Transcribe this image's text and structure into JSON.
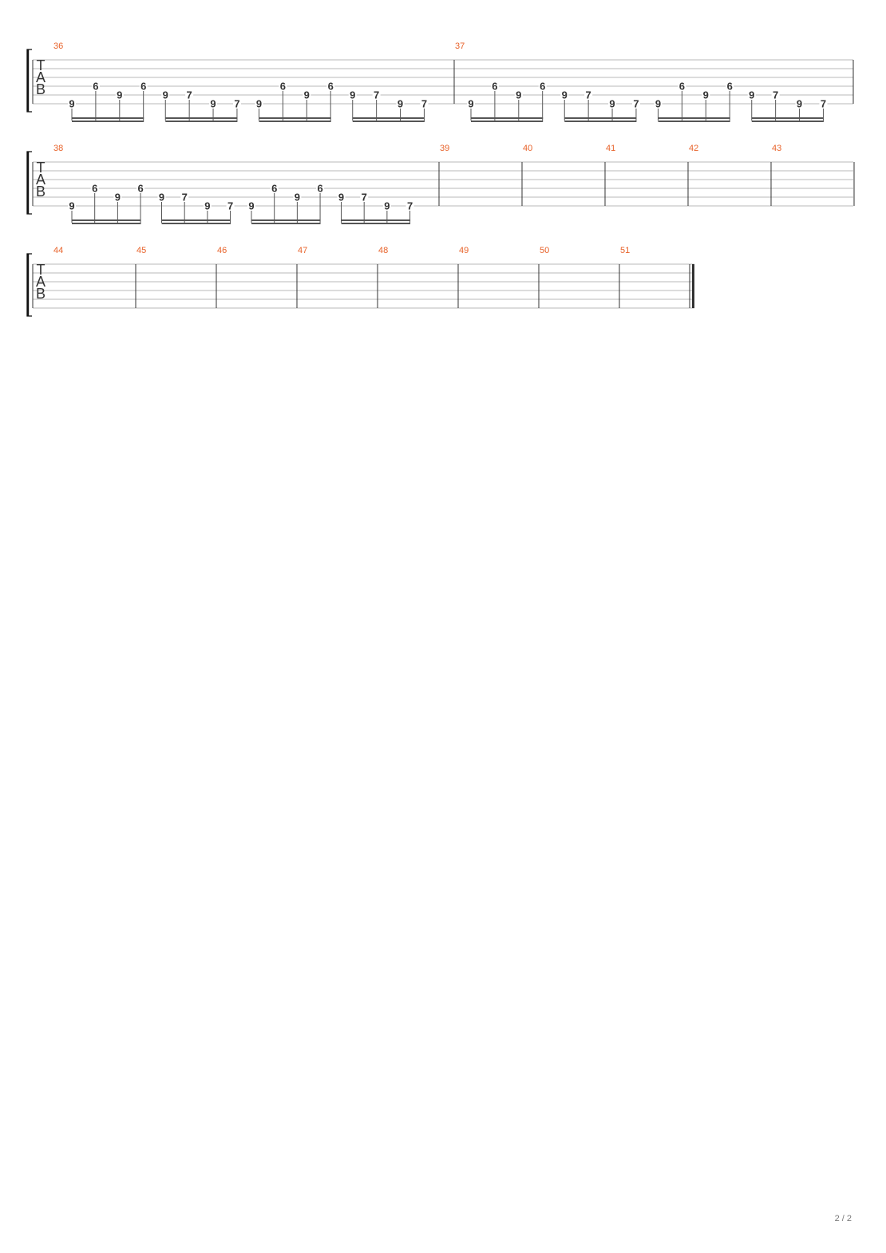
{
  "tab_clef": [
    "T",
    "A",
    "B"
  ],
  "page_number": "2 / 2",
  "pattern": {
    "notes": [
      {
        "string": 5,
        "fret": "9"
      },
      {
        "string": 3,
        "fret": "6"
      },
      {
        "string": 4,
        "fret": "9"
      },
      {
        "string": 3,
        "fret": "6"
      },
      {
        "string": 4,
        "fret": "9"
      },
      {
        "string": 4,
        "fret": "7"
      },
      {
        "string": 5,
        "fret": "9"
      },
      {
        "string": 5,
        "fret": "7"
      },
      {
        "string": 5,
        "fret": "9"
      },
      {
        "string": 3,
        "fret": "6"
      },
      {
        "string": 4,
        "fret": "9"
      },
      {
        "string": 3,
        "fret": "6"
      },
      {
        "string": 4,
        "fret": "9"
      },
      {
        "string": 4,
        "fret": "7"
      },
      {
        "string": 5,
        "fret": "9"
      },
      {
        "string": 5,
        "fret": "7"
      }
    ],
    "beam_groups": 4,
    "notes_per_group": 4
  },
  "systems": [
    {
      "measures": [
        {
          "number": "36",
          "filled": true
        },
        {
          "number": "37",
          "filled": true
        }
      ]
    },
    {
      "measures": [
        {
          "number": "38",
          "filled": true
        },
        {
          "number": "39",
          "filled": false
        },
        {
          "number": "40",
          "filled": false
        },
        {
          "number": "41",
          "filled": false
        },
        {
          "number": "42",
          "filled": false
        },
        {
          "number": "43",
          "filled": false
        }
      ]
    },
    {
      "measures": [
        {
          "number": "44",
          "filled": false
        },
        {
          "number": "45",
          "filled": false
        },
        {
          "number": "46",
          "filled": false
        },
        {
          "number": "47",
          "filled": false
        },
        {
          "number": "48",
          "filled": false
        },
        {
          "number": "49",
          "filled": false
        },
        {
          "number": "50",
          "filled": false
        },
        {
          "number": "51",
          "filled": false
        }
      ],
      "final_barline": true
    }
  ],
  "colors": {
    "staff_line": "#b8b8b8",
    "barline": "#333333",
    "beam": "#555555",
    "measure_number": "#e8632b",
    "fret_number": "#333333"
  }
}
